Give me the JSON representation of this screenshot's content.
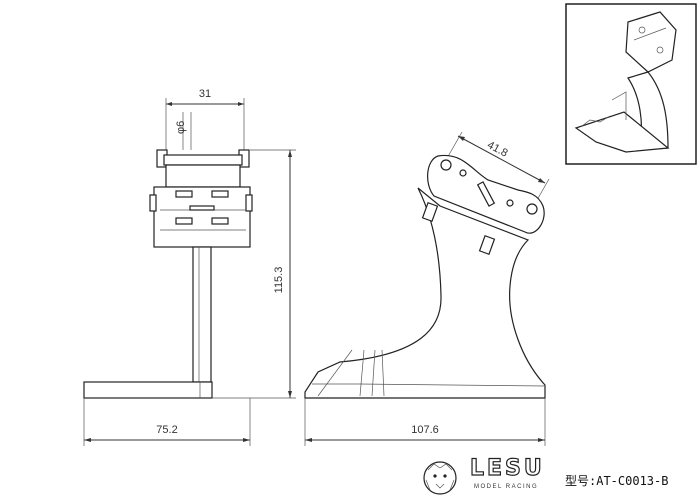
{
  "dimensions": {
    "width_top": "31",
    "diameter": "φ6",
    "height": "115.3",
    "depth": "75.2",
    "pin_span": "41.8",
    "length": "107.6"
  },
  "brand": {
    "name": "LESU",
    "tagline": "MODEL RACING",
    "logo": "lion-head-icon"
  },
  "model_label": "型号:AT-C0013-B",
  "colors": {
    "line": "#222222",
    "fill": "#ffffff"
  }
}
